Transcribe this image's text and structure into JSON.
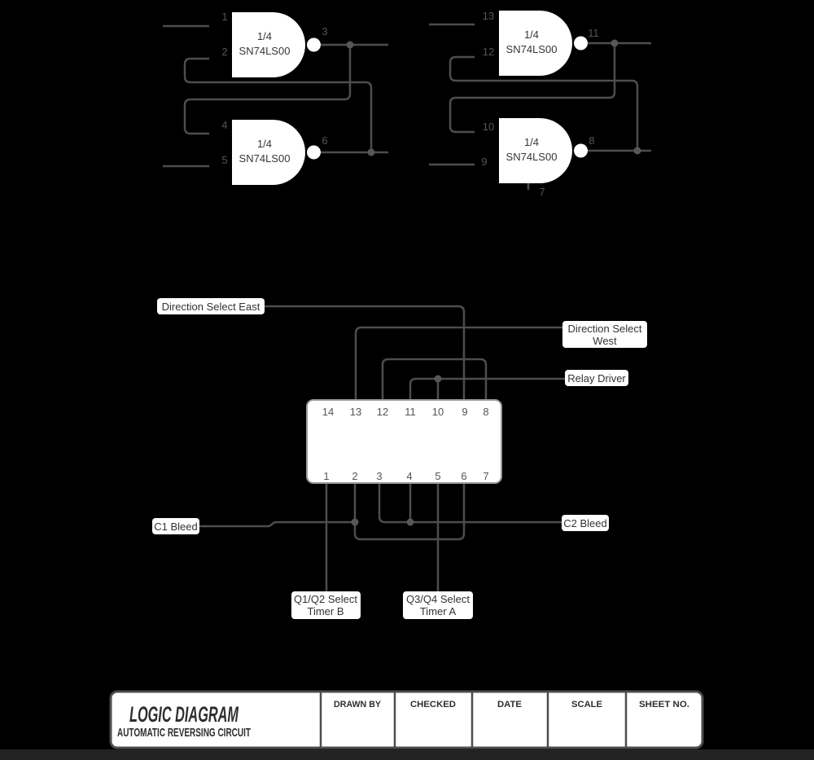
{
  "colors": {
    "background": "#000000",
    "wire": "#4d4d4d",
    "junction_dot": "#575757",
    "shape_fill": "#ffffff",
    "shape_text": "#363636",
    "pin_number_text": "#555555",
    "chip_border": "#999999",
    "title_block_border": "#4d4d4d",
    "bottom_bar": "#232323"
  },
  "gates": {
    "g1": {
      "label_line1": "1/4",
      "label_line2": "SN74LS00",
      "pin_in_top": "1",
      "pin_in_bottom": "2",
      "pin_out": "3"
    },
    "g2": {
      "label_line1": "1/4",
      "label_line2": "SN74LS00",
      "pin_in_top": "4",
      "pin_in_bottom": "5",
      "pin_out": "6"
    },
    "g3": {
      "label_line1": "1/4",
      "label_line2": "SN74LS00",
      "pin_in_top": "13",
      "pin_in_bottom": "12",
      "pin_out": "11"
    },
    "g4": {
      "label_line1": "1/4",
      "label_line2": "SN74LS00",
      "pin_in_top": "10",
      "pin_in_bottom": "9",
      "pin_out": "8",
      "pin_gnd": "7"
    }
  },
  "chip": {
    "top_pins": [
      "14",
      "13",
      "12",
      "11",
      "10",
      "9",
      "8"
    ],
    "bottom_pins": [
      "1",
      "2",
      "3",
      "4",
      "5",
      "6",
      "7"
    ]
  },
  "labels": {
    "direction_select_east": "Direction Select East",
    "direction_select_west_line1": "Direction Select",
    "direction_select_west_line2": "West",
    "relay_driver": "Relay Driver",
    "c1_bleed": "C1 Bleed",
    "c2_bleed": "C2 Bleed",
    "q1q2_line1": "Q1/Q2 Select",
    "q1q2_line2": "Timer B",
    "q3q4_line1": "Q3/Q4 Select",
    "q3q4_line2": "Timer A"
  },
  "title_block": {
    "title": "LOGIC DIAGRAM",
    "subtitle": "AUTOMATIC REVERSING CIRCUIT",
    "columns": [
      "DRAWN BY",
      "CHECKED",
      "DATE",
      "SCALE",
      "SHEET NO."
    ]
  }
}
